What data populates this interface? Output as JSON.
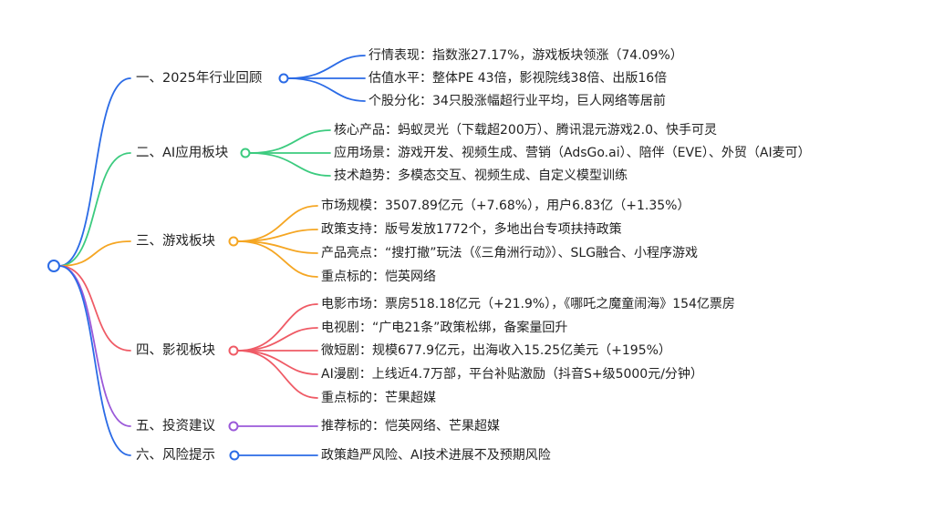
{
  "colors": {
    "root": "#2b6be6",
    "blue": "#2b6be6",
    "green": "#3ccb7f",
    "orange": "#f5a623",
    "red": "#ef5b66",
    "purple": "#9b59d9"
  },
  "mindmap": {
    "branches": [
      {
        "label": "一、2025年行业回顾",
        "color": "blue",
        "children": [
          "行情表现：指数涨27.17%，游戏板块领涨（74.09%）",
          "估值水平：整体PE 43倍，影视院线38倍、出版16倍",
          "个股分化：34只股涨幅超行业平均，巨人网络等居前"
        ]
      },
      {
        "label": "二、AI应用板块",
        "color": "green",
        "children": [
          "核心产品：蚂蚁灵光（下载超200万）、腾讯混元游戏2.0、快手可灵",
          "应用场景：游戏开发、视频生成、营销（AdsGo.ai）、陪伴（EVE）、外贸（AI麦可）",
          "技术趋势：多模态交互、视频生成、自定义模型训练"
        ]
      },
      {
        "label": "三、游戏板块",
        "color": "orange",
        "children": [
          "市场规模：3507.89亿元（+7.68%），用户6.83亿（+1.35%）",
          "政策支持：版号发放1772个，多地出台专项扶持政策",
          "产品亮点：“搜打撤”玩法（《三角洲行动》）、SLG融合、小程序游戏",
          "重点标的：恺英网络"
        ]
      },
      {
        "label": "四、影视板块",
        "color": "red",
        "children": [
          "电影市场：票房518.18亿元（+21.9%），《哪吒之魔童闹海》154亿票房",
          "电视剧：“广电21条”政策松绑，备案量回升",
          "微短剧：规模677.9亿元，出海收入15.25亿美元（+195%）",
          "AI漫剧：上线近4.7万部，平台补贴激励（抖音S+级5000元/分钟）",
          "重点标的：芒果超媒"
        ]
      },
      {
        "label": "五、投资建议",
        "color": "purple",
        "children": [
          "推荐标的：恺英网络、芒果超媒"
        ]
      },
      {
        "label": "六、风险提示",
        "color": "blue",
        "children": [
          "政策趋严风险、AI技术进展不及预期风险"
        ]
      }
    ]
  }
}
